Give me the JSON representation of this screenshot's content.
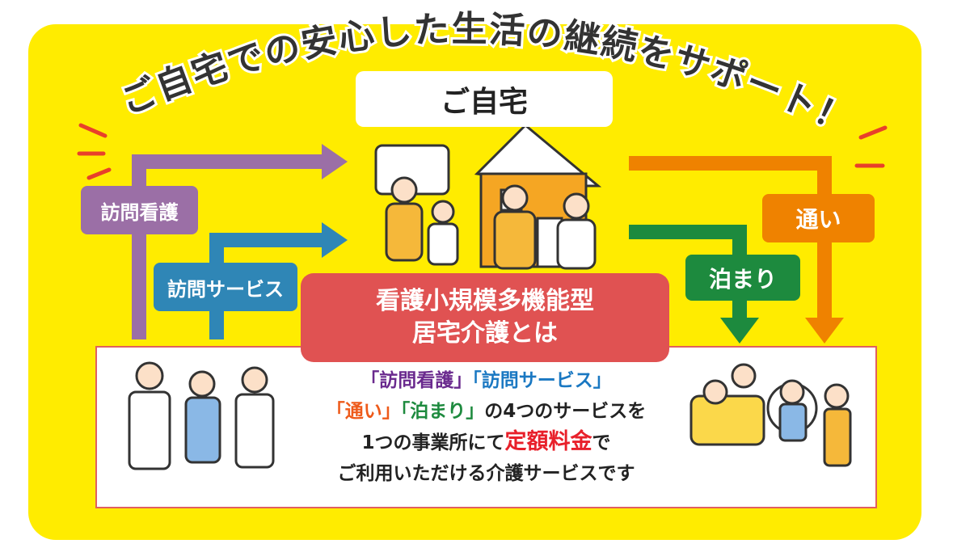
{
  "title": "ご自宅での安心した生活の継続をサポート！",
  "home_label": "ご自宅",
  "services": {
    "visiting_nursing": {
      "label": "訪問看護",
      "color": "#9b6fa6"
    },
    "visiting_service": {
      "label": "訪問サービス",
      "color": "#2f86b6"
    },
    "day_visit": {
      "label": "通い",
      "color": "#ef8200"
    },
    "overnight": {
      "label": "泊まり",
      "color": "#1d8a3e"
    }
  },
  "center_box": {
    "line1": "看護小規模多機能型",
    "line2": "居宅介護とは",
    "color": "#e05252"
  },
  "description": {
    "q1": "「訪問看護」",
    "q2": "「訪問サービス」",
    "q3": "「通い」",
    "q4": "「泊まり」",
    "l2_rest": "の4つのサービスを",
    "l3_a": "1つの事業所にて",
    "l3_b": "定額料金",
    "l3_c": "で",
    "l4": "ご利用いただける介護サービスです"
  },
  "colors": {
    "background": "#ffec00",
    "accent_red": "#e8202a"
  }
}
